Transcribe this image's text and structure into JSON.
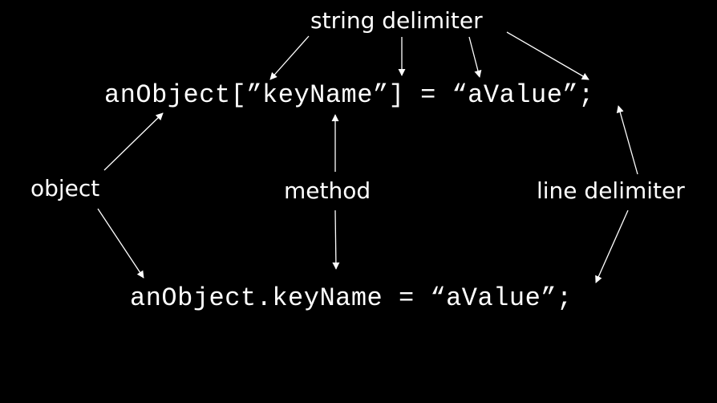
{
  "labels": {
    "string_delimiter": "string delimiter",
    "object": "object",
    "method": "method",
    "line_delimiter": "line delimiter"
  },
  "code": {
    "bracket_notation": "anObject[”keyName”] = “aValue”;",
    "dot_notation": "anObject.keyName = “aValue”;"
  },
  "colors": {
    "background": "#000000",
    "foreground": "#ffffff"
  }
}
